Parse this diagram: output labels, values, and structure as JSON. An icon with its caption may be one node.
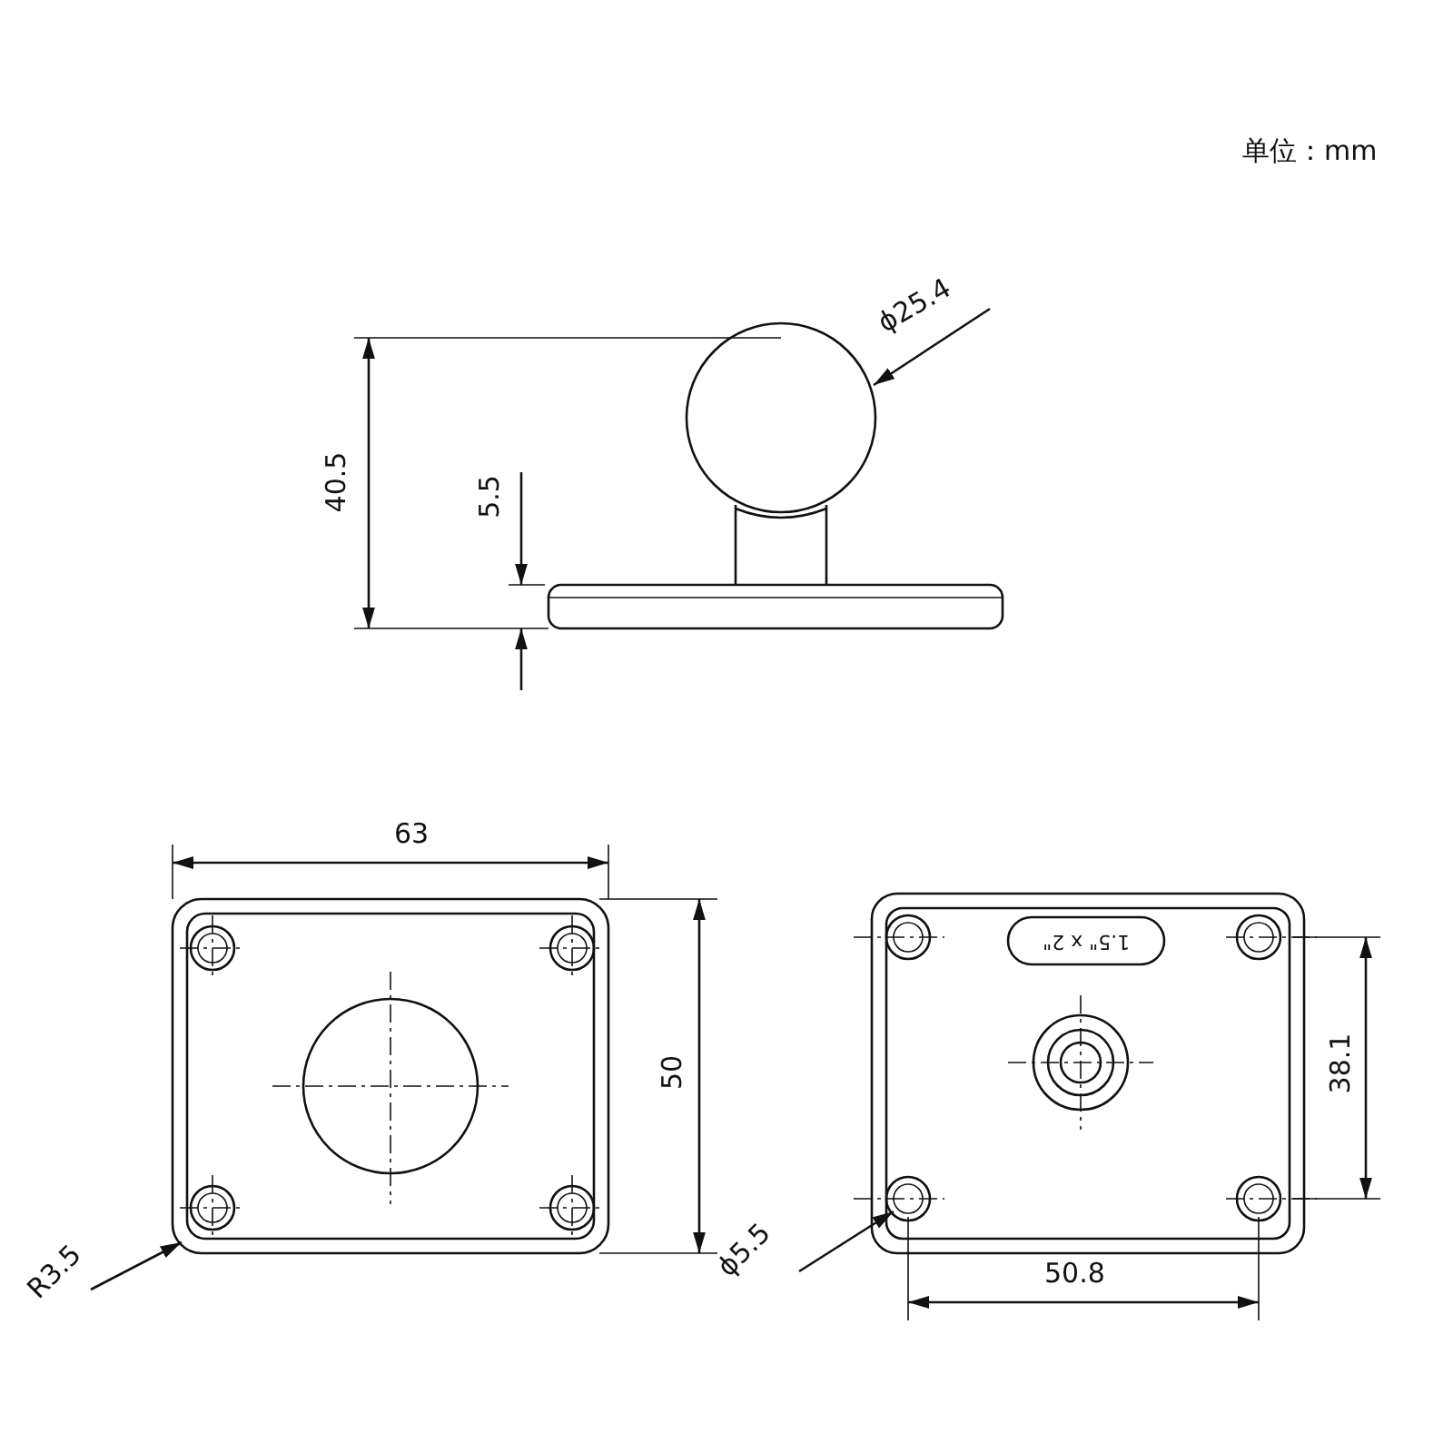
{
  "diagram": {
    "labels": [
      "单位：mm",
      "ϕ25.4",
      "40.5",
      "5.5",
      "63",
      "50",
      "R3.5",
      "ϕ5.5",
      "38.1",
      "50.8",
      "1.5\" x 2\""
    ]
  }
}
